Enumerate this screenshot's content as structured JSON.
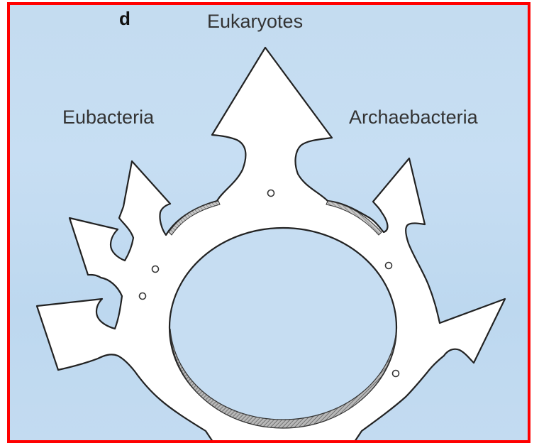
{
  "panel_label": "d",
  "labels": {
    "top": "Eukaryotes",
    "left": "Eubacteria",
    "right": "Archaebacteria"
  },
  "colors": {
    "background": "#c4dcf0",
    "shape_fill": "#ffffff",
    "outline": "#222222",
    "frame_border": "#ff0000",
    "hatch": "#777777"
  }
}
